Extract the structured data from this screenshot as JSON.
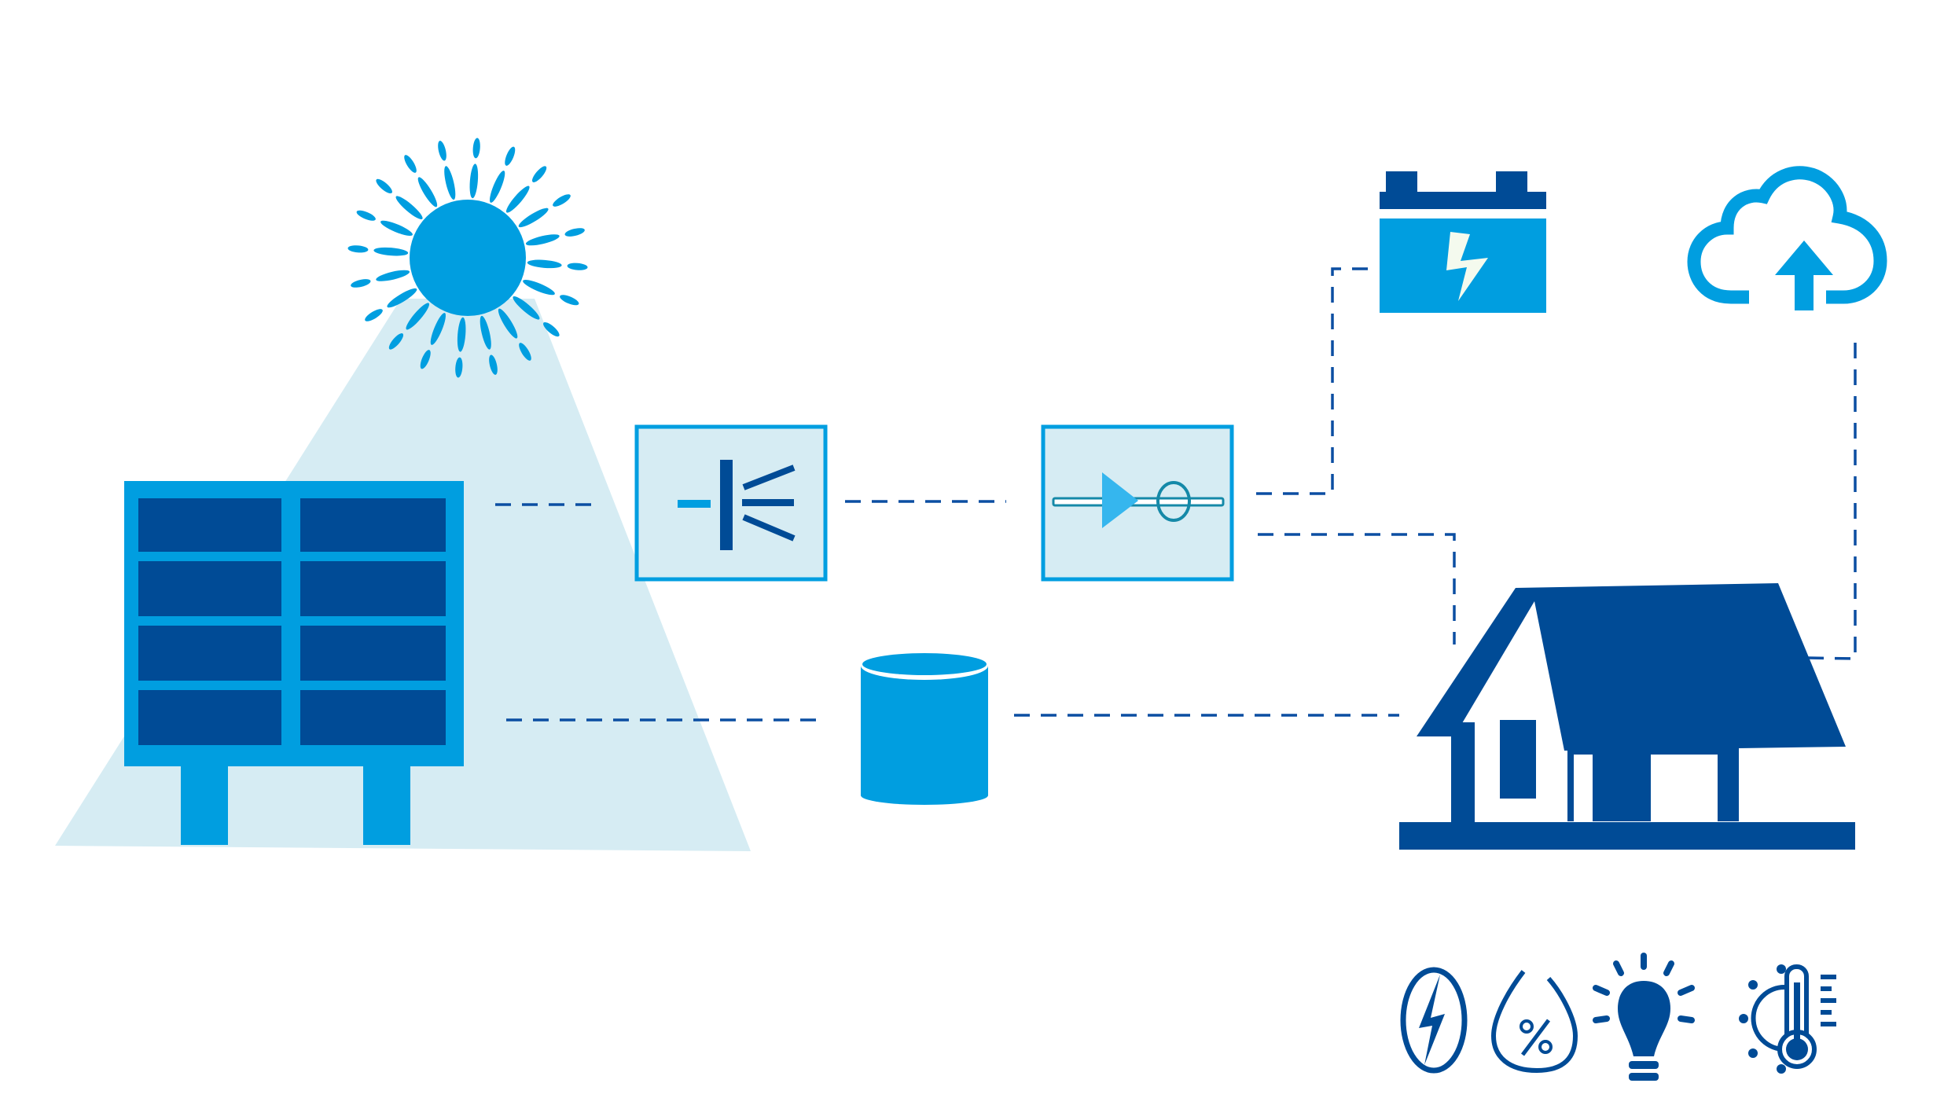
{
  "diagram": {
    "title": "",
    "nodes": [
      {
        "id": "sun",
        "icon": "sun-icon"
      },
      {
        "id": "solar-panel",
        "icon": "solar-panel-icon"
      },
      {
        "id": "photo-sensor",
        "icon": "photo-sensor-icon"
      },
      {
        "id": "diode-meter",
        "icon": "diode-current-meter-icon"
      },
      {
        "id": "battery",
        "icon": "battery-icon"
      },
      {
        "id": "cloud-upload",
        "icon": "cloud-upload-icon"
      },
      {
        "id": "storage-tank",
        "icon": "cylinder-storage-icon"
      },
      {
        "id": "house",
        "icon": "house-icon"
      }
    ],
    "edges": [
      {
        "from": "solar-panel",
        "to": "photo-sensor"
      },
      {
        "from": "photo-sensor",
        "to": "diode-meter"
      },
      {
        "from": "diode-meter",
        "to": "battery"
      },
      {
        "from": "diode-meter",
        "to": "house"
      },
      {
        "from": "solar-panel",
        "to": "storage-tank"
      },
      {
        "from": "storage-tank",
        "to": "house"
      },
      {
        "from": "house",
        "to": "cloud-upload"
      }
    ],
    "legend_icons": [
      "energy-icon",
      "humidity-icon",
      "light-bulb-icon",
      "temperature-icon"
    ]
  },
  "colors": {
    "primary": "#009ee0",
    "dark": "#004b96",
    "light_beam": "#d6ecf3",
    "dash": "#0b4ea2",
    "bolt": "#f4faee",
    "diode": "#35b6ee",
    "meter": "#1589a8"
  }
}
